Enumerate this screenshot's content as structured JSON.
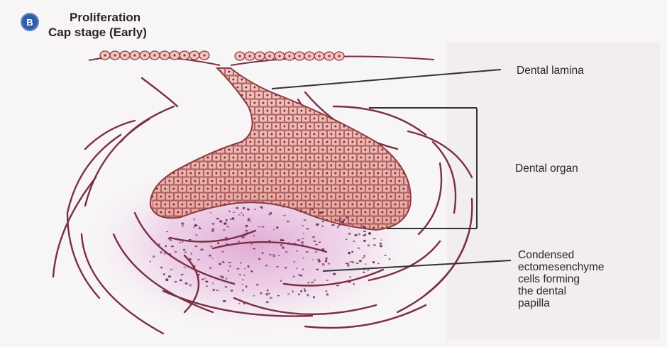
{
  "header": {
    "badge_letter": "B",
    "title": "Proliferation",
    "subtitle": "Cap stage (Early)"
  },
  "labels": {
    "dental_lamina": "Dental lamina",
    "dental_organ": "Dental organ",
    "papilla_lines": [
      "Condensed",
      "ectomesenchyme",
      "cells forming",
      "the dental",
      "papilla"
    ]
  },
  "colors": {
    "badge": "#2f5fa8",
    "cell_fill": "#e6a8a2",
    "cell_stroke": "#9a4a4e",
    "fiber": "#7b2f45",
    "papilla_glow": "#d070b8",
    "leader_line": "#333333"
  }
}
